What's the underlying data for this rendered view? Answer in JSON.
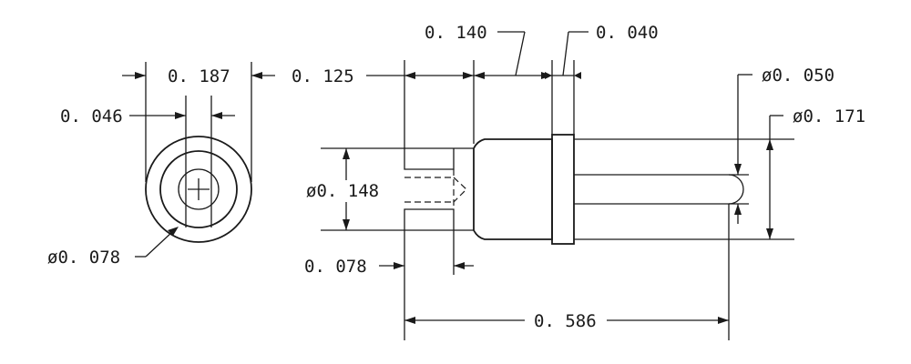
{
  "diagram": {
    "colors": {
      "ink": "#1a1a1a",
      "background": "#ffffff",
      "knurl": "#3a3a3a"
    },
    "end_view": {
      "dims": {
        "width": "0. 187",
        "slot": "0. 046",
        "hole_dia": "ø0. 078"
      }
    },
    "side_view": {
      "dims": {
        "slot_len": "0. 125",
        "knurl_len": "0. 140",
        "flange_len": "0. 040",
        "pin_dia": "ø0. 050",
        "body_dia": "ø0. 171",
        "fork_dia": "ø0. 148",
        "drill": "0. 078",
        "overall": "0. 586"
      }
    }
  }
}
